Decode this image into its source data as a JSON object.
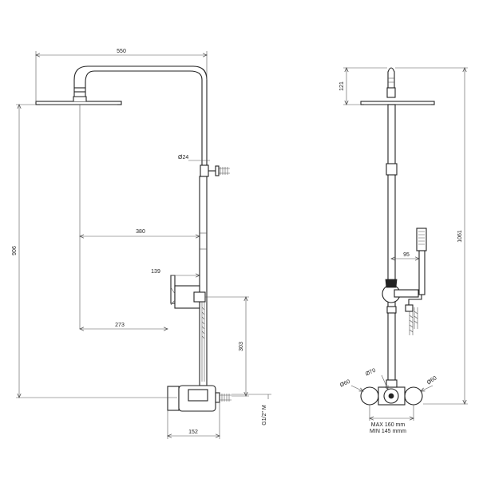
{
  "dimensions": {
    "width_550": "550",
    "height_906": "906",
    "diameter_24": "Ø24",
    "arm_380": "380",
    "bracket_139": "139",
    "depth_273": "273",
    "spacing_303": "303",
    "thread": "G1/2\" M",
    "body_152": "152",
    "head_121": "121",
    "total_1061": "1061",
    "hand_95": "95",
    "diameter_70": "Ø70",
    "diameter_60_left": "Ø60",
    "diameter_60_right": "Ø60",
    "max_center": "MAX 160 mm",
    "min_center": "MIN 145 mmm"
  }
}
